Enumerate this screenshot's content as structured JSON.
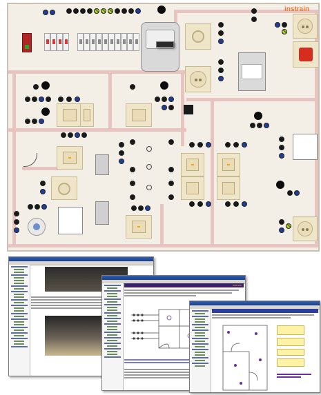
{
  "panel": {
    "brand": "instrain"
  },
  "windows": [
    {
      "id": "w1",
      "header_text": "",
      "accent": "#1b3f87"
    },
    {
      "id": "w2",
      "header_text": "",
      "brand": "instrain",
      "accent": "#3a1f6f"
    },
    {
      "id": "w3",
      "header_text": "",
      "accent": "#2a3fa0"
    }
  ],
  "colors": {
    "panel_background": "#f4efe6",
    "wall_stripe": "#e7c4c0",
    "plate": "#efe5c9",
    "terminal_black": "#1a1a1a",
    "terminal_blue": "#1d3d9a",
    "accent_orange": "#e07a36",
    "window_title": "#1b3f87",
    "purple_header": "#3a1f6f"
  },
  "icons": [
    "breaker-icon",
    "energy-meter-icon",
    "switch-icon",
    "socket-icon",
    "dimmer-icon",
    "smoke-detector-icon",
    "terminal-icon",
    "lamp-symbol-icon",
    "door-symbol-icon"
  ]
}
